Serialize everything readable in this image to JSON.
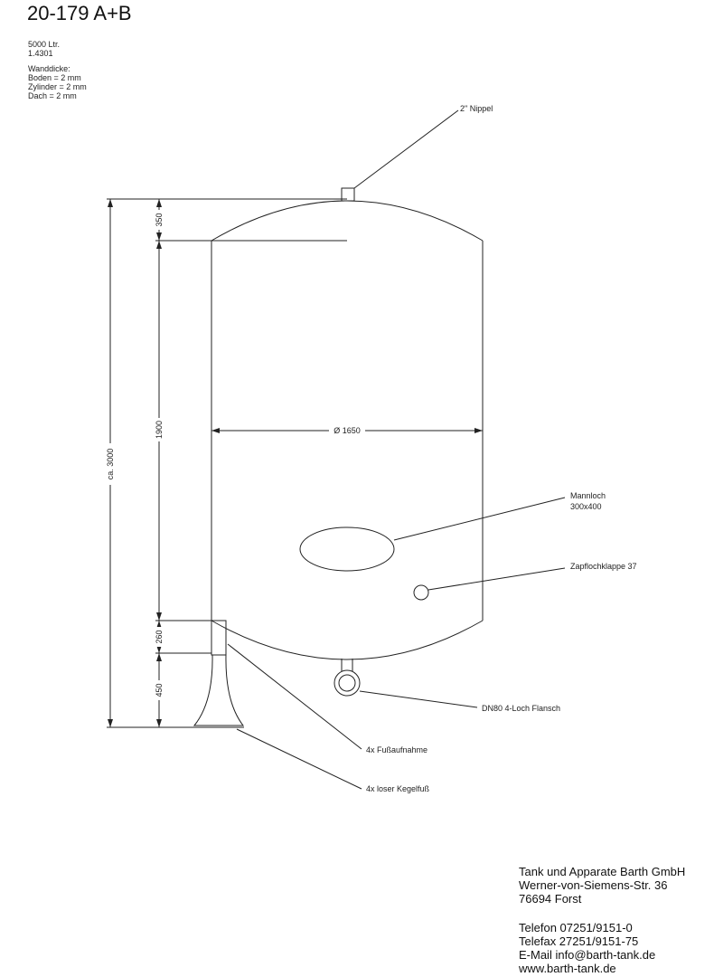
{
  "title": "20-179 A+B",
  "specs": {
    "volume": "5000 Ltr.",
    "material": "1.4301",
    "wall_heading": "Wanddicke:",
    "wall_lines": [
      "Boden = 2 mm",
      "Zylinder = 2 mm",
      "Dach = 2 mm"
    ]
  },
  "dimensions": {
    "overall": "ca. 3000",
    "roof": "350",
    "cylinder": "1900",
    "bottom": "260",
    "legs": "450",
    "diameter": "Ø 1650"
  },
  "callouts": {
    "nipple": "2\" Nippel",
    "manhole_name": "Mannloch",
    "manhole_size": "300x400",
    "tap_hole": "Zapflochklappe 37",
    "flange": "DN80 4-Loch Flansch",
    "foot_mount": "4x Fußaufnahme",
    "cone_foot": "4x loser Kegelfuß"
  },
  "company": {
    "name": "Tank und Apparate Barth GmbH",
    "street": "Werner-von-Siemens-Str. 36",
    "city": "76694 Forst",
    "phone": "Telefon 07251/9151-0",
    "fax": "Telefax 27251/9151-75",
    "email": "E-Mail info@barth-tank.de",
    "web": "www.barth-tank.de"
  }
}
